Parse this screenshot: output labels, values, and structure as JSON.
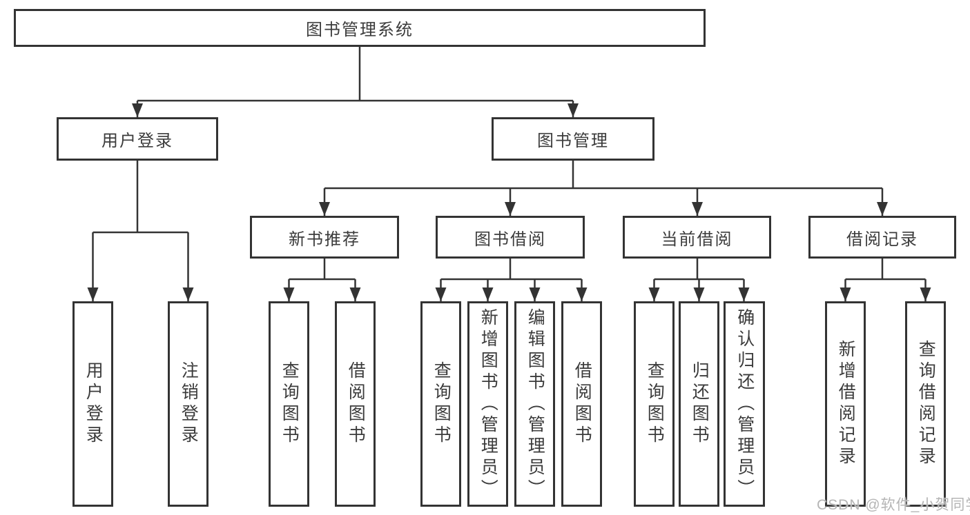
{
  "colors": {
    "background": "#ffffff",
    "line": "#333333",
    "box_border": "#333333",
    "text": "#3b3b3b",
    "watermark": "#b5b5b5"
  },
  "nodes": {
    "root": "图书管理系统",
    "level2": [
      {
        "id": "user-login",
        "label": "用户登录"
      },
      {
        "id": "book-management",
        "label": "图书管理"
      }
    ],
    "level3": [
      {
        "id": "new-book-recommend",
        "label": "新书推荐"
      },
      {
        "id": "book-borrow",
        "label": "图书借阅"
      },
      {
        "id": "current-borrow",
        "label": "当前借阅"
      },
      {
        "id": "borrow-record",
        "label": "借阅记录"
      }
    ],
    "leaves": [
      {
        "id": "user-login",
        "label": "用户登录"
      },
      {
        "id": "logout",
        "label": "注销登录"
      },
      {
        "id": "recommend-query-book",
        "label": "查询图书"
      },
      {
        "id": "recommend-borrow-book",
        "label": "借阅图书"
      },
      {
        "id": "borrow-query-book",
        "label": "查询图书"
      },
      {
        "id": "borrow-add-book",
        "label": "新增图书（管理员）"
      },
      {
        "id": "borrow-edit-book",
        "label": "编辑图书（管理员）"
      },
      {
        "id": "borrow-borrow-book",
        "label": "借阅图书"
      },
      {
        "id": "current-query-book",
        "label": "查询图书"
      },
      {
        "id": "current-return-book",
        "label": "归还图书"
      },
      {
        "id": "current-confirm-return",
        "label": "确认归还（管理员）"
      },
      {
        "id": "record-add",
        "label": "新增借阅记录"
      },
      {
        "id": "record-query",
        "label": "查询借阅记录"
      }
    ]
  },
  "watermark": "CSDN @软件_小贺同学"
}
